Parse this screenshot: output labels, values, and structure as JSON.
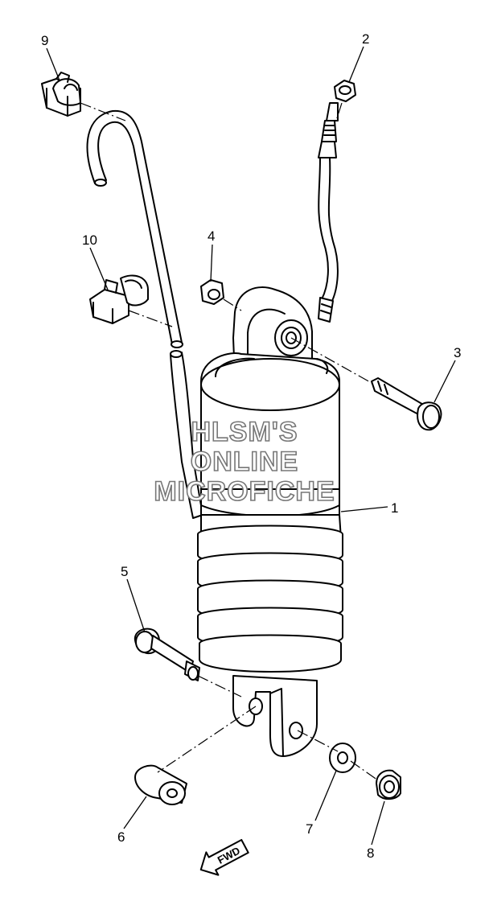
{
  "callouts": [
    {
      "id": "1",
      "label": "1"
    },
    {
      "id": "2",
      "label": "2"
    },
    {
      "id": "3",
      "label": "3"
    },
    {
      "id": "4",
      "label": "4"
    },
    {
      "id": "5",
      "label": "5"
    },
    {
      "id": "6",
      "label": "6"
    },
    {
      "id": "7",
      "label": "7"
    },
    {
      "id": "8",
      "label": "8"
    },
    {
      "id": "9",
      "label": "9"
    },
    {
      "id": "10",
      "label": "10"
    }
  ],
  "watermark": {
    "line1": "HLSM'S",
    "line2": "ONLINE",
    "line3": "MICROFICHE"
  },
  "direction_arrow": {
    "label": "FWD"
  }
}
